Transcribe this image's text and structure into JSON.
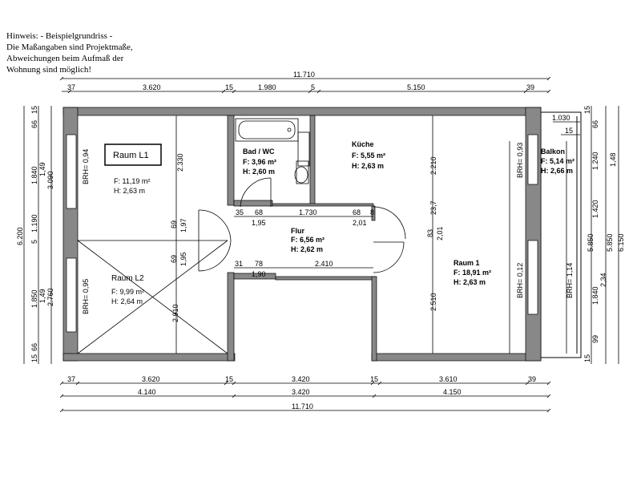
{
  "note": {
    "lines": [
      "Hinweis: - Beispielgrundriss -",
      "Die Maßangaben sind Projektmaße,",
      "Abweichungen beim Aufmaß der",
      "Wohnung sind möglich!"
    ]
  },
  "rooms": [
    {
      "name": "Raum L1",
      "area": "F: 11,19 m²",
      "height": "H: 2,63 m"
    },
    {
      "name": "Bad / WC",
      "area": "F: 3,96 m²",
      "height": "H: 2,60 m"
    },
    {
      "name": "Küche",
      "area": "F: 5,55 m²",
      "height": "H: 2,63 m"
    },
    {
      "name": "Balkon",
      "area": "F: 5,14 m²",
      "height": "H: 2,66 m"
    },
    {
      "name": "Flur",
      "area": "F: 6,56 m²",
      "height": "H: 2,62 m"
    },
    {
      "name": "Raum L2",
      "area": "F: 9,99 m²",
      "height": "H: 2,64 m"
    },
    {
      "name": "Raum 1",
      "area": "F: 18,91 m²",
      "height": "H: 2,63 m"
    }
  ],
  "brh": [
    "BRH= 0,94",
    "BRH= 0,95",
    "BRH= 0,93",
    "BRH= 0,12",
    "BRH= 1,14"
  ],
  "dims": {
    "top_total": "11.710",
    "top_row": [
      "37",
      "3.620",
      "15",
      "1.980",
      "5",
      "5.150",
      "39"
    ],
    "bottom_row": [
      "37",
      "3.620",
      "15",
      "3.420",
      "15",
      "3.610",
      "39"
    ],
    "bottom_row2": [
      "4.140",
      "3.420",
      "4.150"
    ],
    "bottom_total": "11.710",
    "left_total": "6.200",
    "left_a": [
      "15",
      "66",
      "1.840",
      "1,49",
      "1.190",
      "5",
      "1.850",
      "1,49",
      "66",
      "15"
    ],
    "left_b": [
      "3.090",
      "2.760"
    ],
    "right_a": [
      "15",
      "66",
      "1.240",
      "1,48",
      "1.420",
      "1.840",
      "2,34",
      "99",
      "15"
    ],
    "right_b": [
      "5.850",
      "5.850",
      "6.150"
    ],
    "balkon_top": [
      "1.030",
      "15"
    ],
    "interior": [
      "2.330",
      "69",
      "1,97",
      "69",
      "1,95",
      "2.910",
      "35",
      "68",
      "1.730",
      "68",
      "8",
      "1,95",
      "2,01",
      "31",
      "78",
      "2.410",
      "1,90",
      "2.210",
      "23,7",
      "83",
      "2,01",
      "2.510"
    ]
  }
}
